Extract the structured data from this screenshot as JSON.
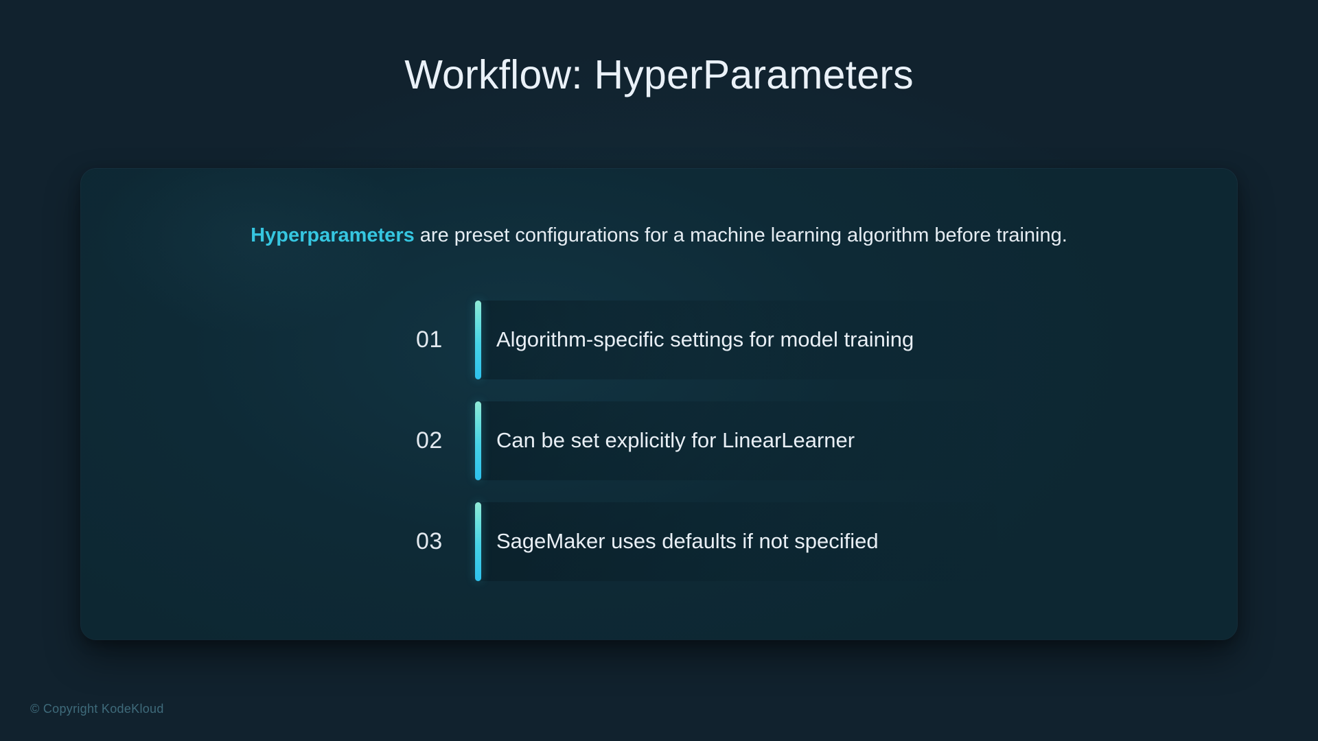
{
  "slide": {
    "title": "Workflow: HyperParameters",
    "background_color": "#11222e",
    "card_color": "#0e2a36",
    "accent_color": "#36c6e0"
  },
  "card": {
    "lead": {
      "highlight": "Hyperparameters",
      "rest": " are preset configurations for a machine learning algorithm before training."
    },
    "points": [
      {
        "number": "01",
        "text": "Algorithm-specific settings for model training"
      },
      {
        "number": "02",
        "text": "Can be set explicitly for LinearLearner"
      },
      {
        "number": "03",
        "text": "SageMaker uses defaults if not specified"
      }
    ]
  },
  "footer": {
    "copyright": "© Copyright KodeKloud"
  }
}
